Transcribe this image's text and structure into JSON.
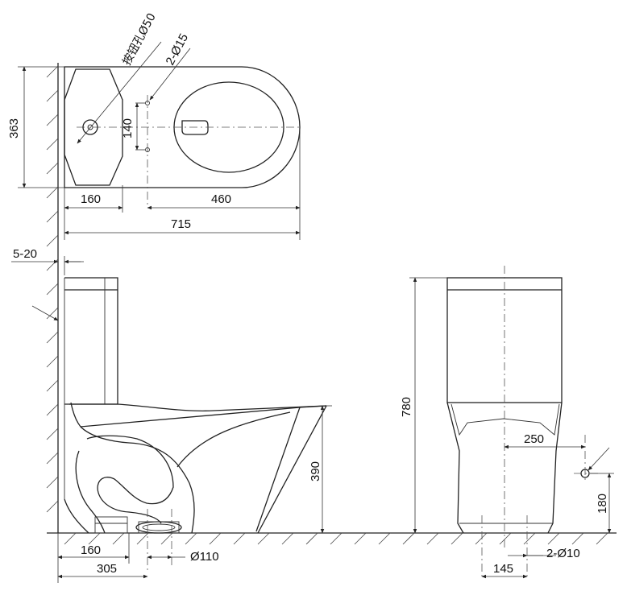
{
  "labels": {
    "button_hole": "按钮孔Ø50",
    "holes_top": "2-Ø15",
    "d140": "140",
    "d363": "363",
    "d160_top": "160",
    "d460": "460",
    "d715": "715",
    "d5_20": "5-20",
    "d390": "390",
    "d780": "780",
    "d250": "250",
    "d180": "180",
    "d160_bottom": "160",
    "d110": "Ø110",
    "d305": "305",
    "d145": "145",
    "holes_bottom": "2-Ø10"
  }
}
